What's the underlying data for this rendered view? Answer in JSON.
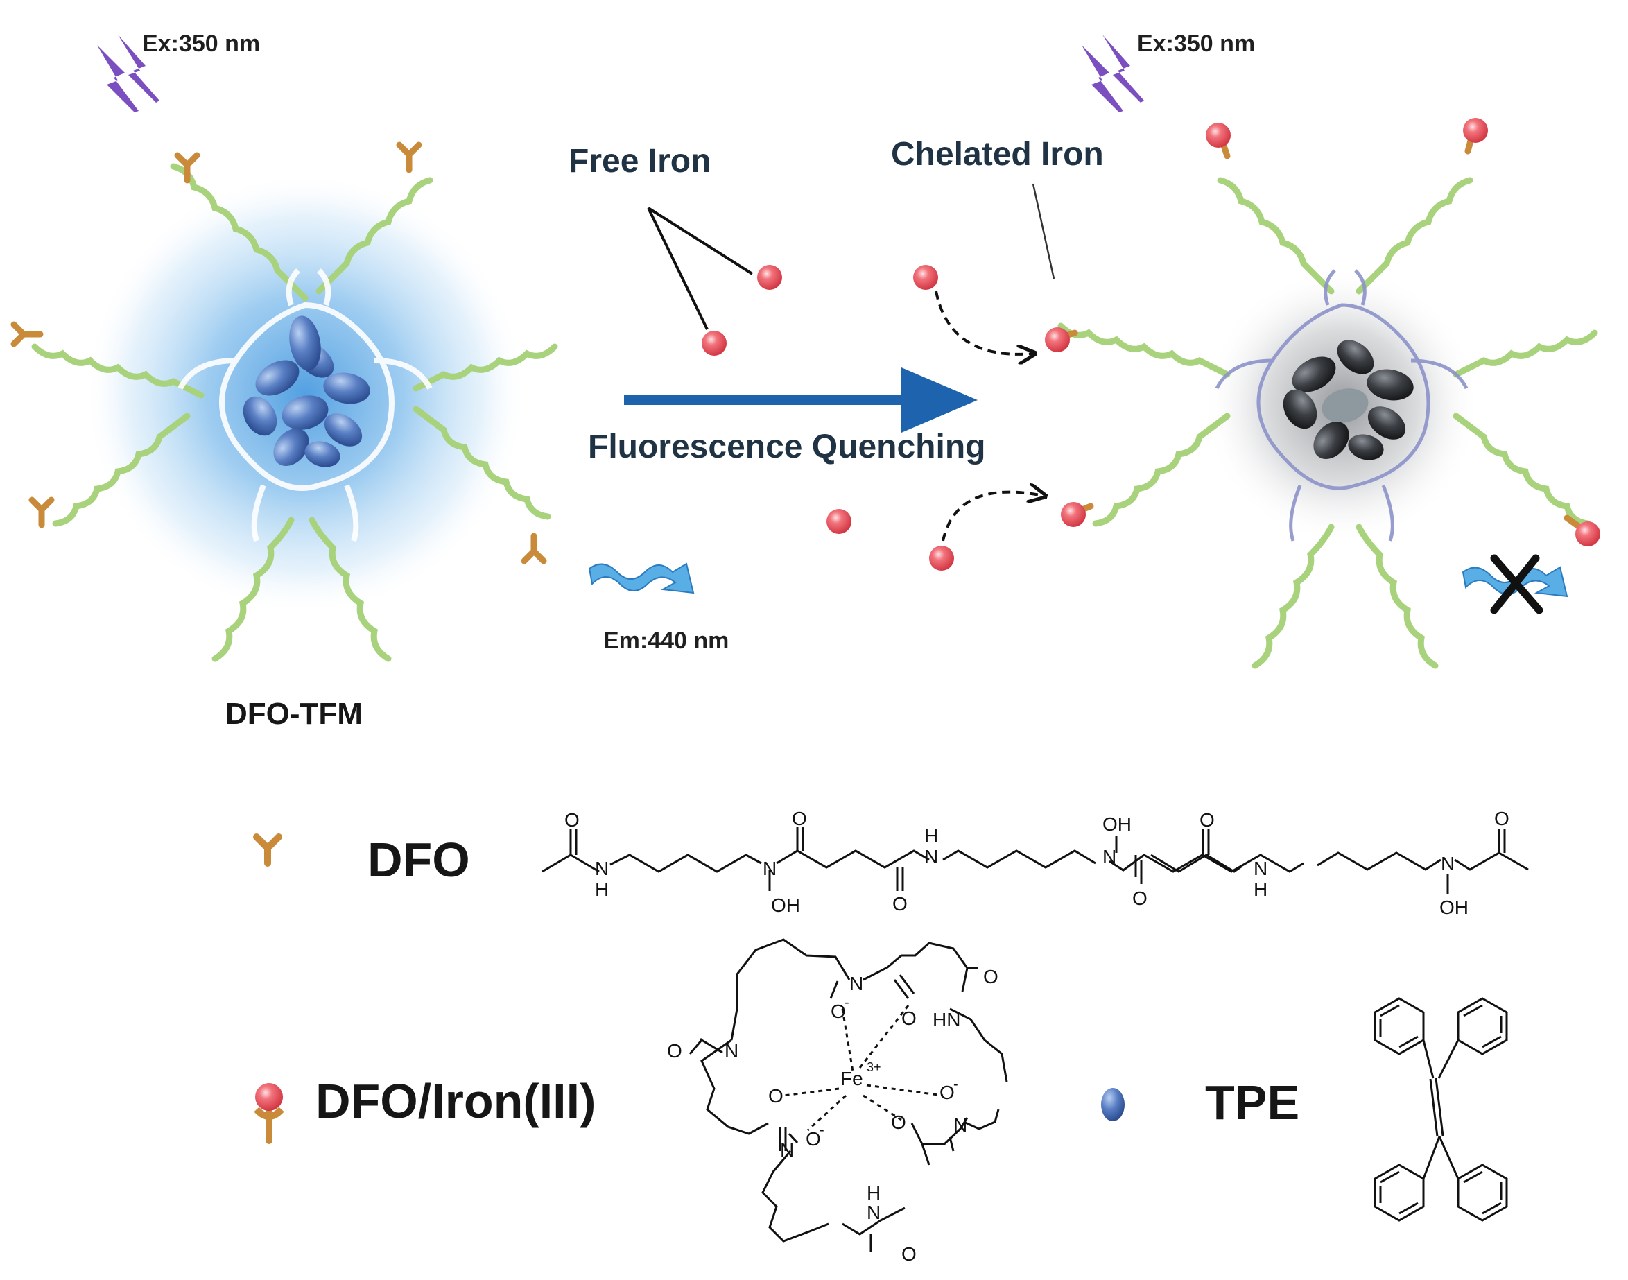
{
  "labels": {
    "ex_left": "Ex:350 nm",
    "ex_right": "Ex:350 nm",
    "free_iron": "Free Iron",
    "chelated_iron": "Chelated Iron",
    "fluorescence_quenching": "Fluorescence Quenching",
    "em": "Em:440 nm",
    "dfo_tfm": "DFO-TFM"
  },
  "legend": {
    "dfo": "DFO",
    "dfo_iron": "DFO/Iron(III)",
    "tpe": "TPE"
  },
  "chem": {
    "o": "O",
    "n": "N",
    "h": "H",
    "oh": "OH",
    "hn": "HN",
    "o_minus": "O",
    "minus": "-",
    "fe": "Fe",
    "fe_charge": "3+"
  },
  "colors": {
    "arm_green": "#a9d27c",
    "dfo_orange": "#c98a3a",
    "iron_red": "#e8505b",
    "arrow_blue": "#1e63ad",
    "glow_blue": "#4a9be0",
    "flash_purple": "#7b4fc0",
    "em_blue": "#5aaee6",
    "core_dark": "#3b3f45"
  }
}
